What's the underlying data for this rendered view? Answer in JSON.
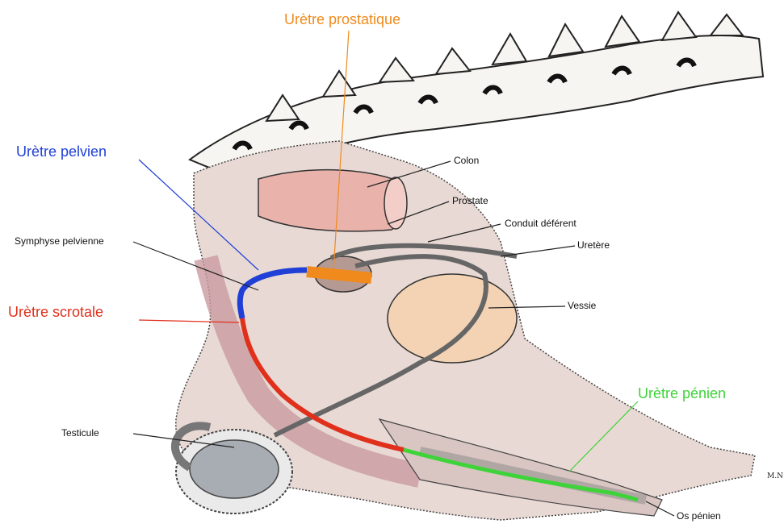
{
  "colors": {
    "pelvic_urethra": "#1f3fd6",
    "prostatic_urethra": "#f08a1c",
    "scrotal_urethra": "#e0301c",
    "penile_urethra": "#3fd33a",
    "bone": "#f7f5f1",
    "tissue": "#e8d9d4",
    "colon": "#e9b3ac",
    "bladder": "#f3d3b4",
    "muscle": "#c99aa0",
    "testicle": "#a8adb4"
  },
  "labels": {
    "uretre_prostatique": "Urètre prostatique",
    "uretre_pelvien": "Urètre pelvien",
    "uretre_scrotale": "Urètre scrotale",
    "uretre_penien": "Urètre pénien",
    "colon": "Colon",
    "prostate": "Prostate",
    "conduit_deferent": "Conduit déférent",
    "uretere": "Uretère",
    "symphyse": "Symphyse pelvienne",
    "vessie": "Vessie",
    "testicule": "Testicule",
    "os_penien": "Os pénien"
  },
  "signature": "M.N"
}
